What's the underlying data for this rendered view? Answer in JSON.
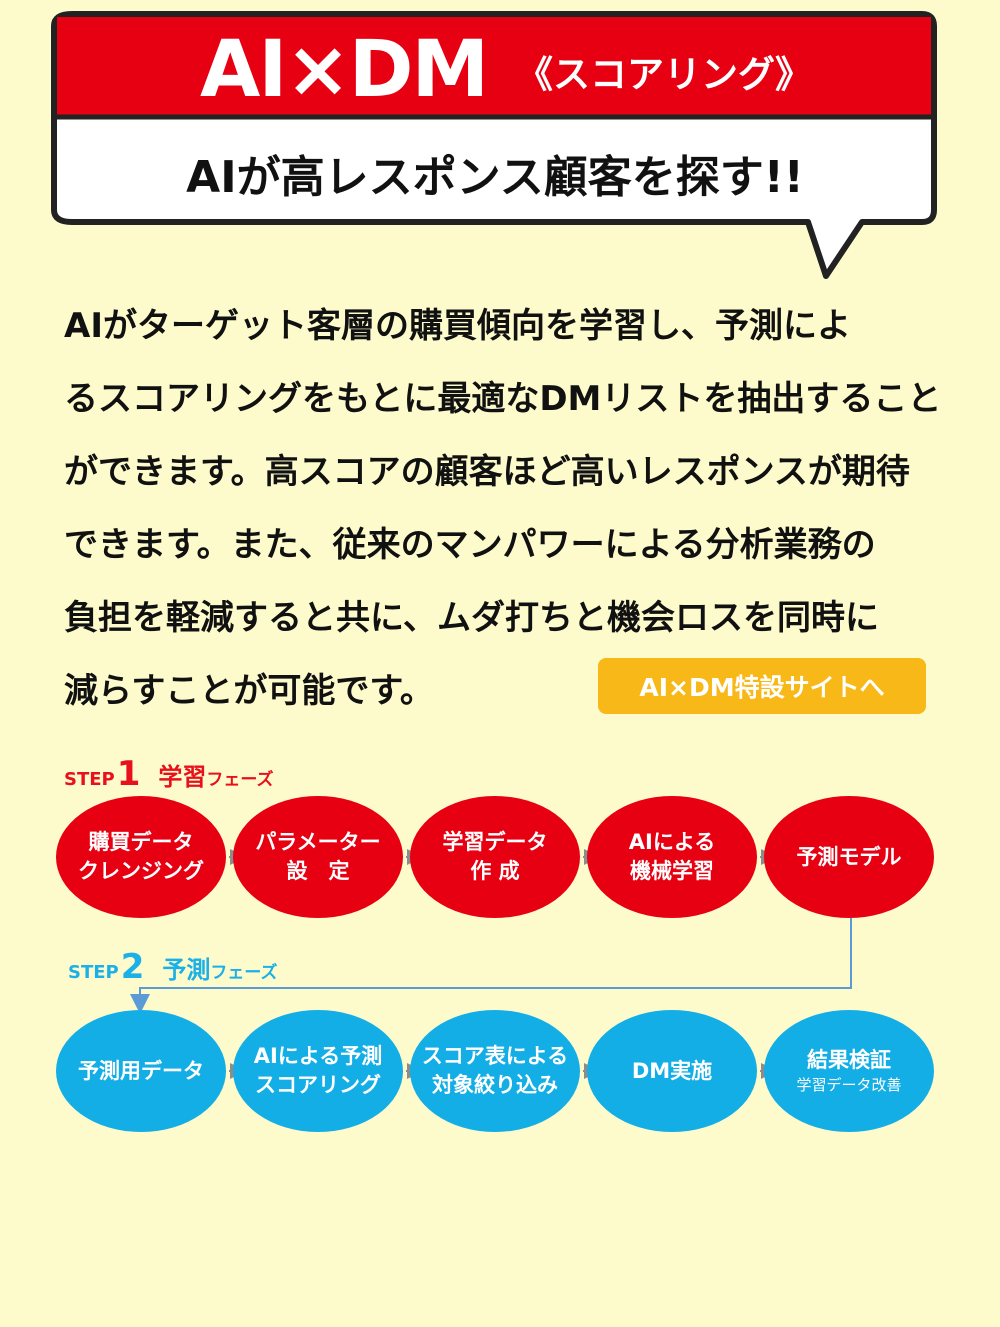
{
  "header": {
    "title": "AI×DM",
    "subtitle": "《スコアリング》",
    "tagline": "AIが高レスポンス顧客を探す!!"
  },
  "description": {
    "lines": [
      "AIがターゲット客層の購買傾向を学習し、予測によ",
      "るスコアリングをもとに最適なDMリストを抽出すること",
      "ができます。高スコアの顧客ほど高いレスポンスが期待",
      "できます。また、従来のマンパワーによる分析業務の",
      "負担を軽減すると共に、ムダ打ちと機会ロスを同時に",
      "減らすことが可能です。"
    ]
  },
  "cta": {
    "label": "AI×DM特設サイトへ"
  },
  "step1": {
    "word": "STEP",
    "number": "1",
    "phase": "学習",
    "suffix": "フェーズ",
    "nodes": [
      {
        "lines": [
          "購買データ",
          "クレンジング"
        ]
      },
      {
        "lines": [
          "パラメーター",
          "設　定"
        ]
      },
      {
        "lines": [
          "学習データ",
          "作 成"
        ]
      },
      {
        "lines": [
          "AIによる",
          "機械学習"
        ]
      },
      {
        "lines": [
          "予測モデル"
        ]
      }
    ]
  },
  "step2": {
    "word": "STEP",
    "number": "2",
    "phase": "予測",
    "suffix": "フェーズ",
    "nodes": [
      {
        "lines": [
          "予測用データ"
        ]
      },
      {
        "lines": [
          "AIによる予測",
          "スコアリング"
        ]
      },
      {
        "lines": [
          "スコア表による",
          "対象絞り込み"
        ]
      },
      {
        "lines": [
          "DM実施"
        ]
      },
      {
        "lines": [
          "結果検証"
        ],
        "small": "学習データ改善"
      }
    ]
  },
  "colors": {
    "background": "#fdfbcc",
    "header_red": "#e60012",
    "step1_red": "#e8101c",
    "step2_blue": "#1cb0e8",
    "node_blue": "#14aee6",
    "cta_orange": "#f8b818",
    "arrow_gray": "#8c8c8c"
  }
}
